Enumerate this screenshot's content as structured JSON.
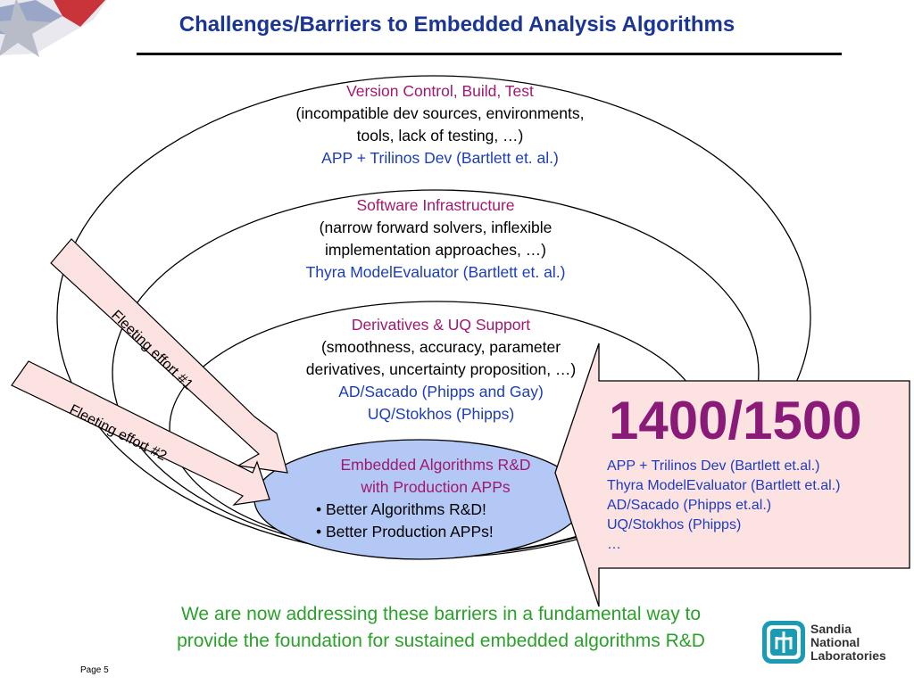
{
  "title": "Challenges/Barriers to Embedded Analysis Algorithms",
  "rings": [
    {
      "heading": "Version Control, Build, Test",
      "lines": [
        "(incompatible dev sources, environments,",
        "tools, lack of testing, …)"
      ],
      "refs": [
        "APP + Trilinos Dev (Bartlett et. al.)"
      ]
    },
    {
      "heading": "Software Infrastructure",
      "lines": [
        "(narrow forward solvers, inflexible",
        "implementation approaches, …)"
      ],
      "refs": [
        "Thyra ModelEvaluator (Bartlett et. al.)"
      ]
    },
    {
      "heading": "Derivatives & UQ Support",
      "lines": [
        "(smoothness, accuracy, parameter",
        "derivatives, uncertainty proposition, …)"
      ],
      "refs": [
        "AD/Sacado (Phipps and Gay)",
        "UQ/Stokhos (Phipps)"
      ]
    }
  ],
  "core": {
    "heading_lines": [
      "Embedded Algorithms R&D",
      "with Production APPs"
    ],
    "bullets": [
      "• Better Algorithms R&D!",
      "• Better Production APPs!"
    ]
  },
  "arrows": [
    "Fleeting effort #1",
    "Fleeting effort #2"
  ],
  "callout": {
    "number": "1400/1500",
    "items": [
      "APP + Trilinos Dev (Bartlett et.al.)",
      "Thyra ModelEvaluator (Bartlett et.al.)",
      "AD/Sacado (Phipps et.al.)",
      "UQ/Stokhos (Phipps)",
      "…"
    ]
  },
  "footer": {
    "line1": "We are now addressing these barriers in a fundamental way to",
    "line2": "provide the foundation for sustained embedded algorithms R&D"
  },
  "page_label": "Page 5",
  "logo": {
    "icon": "sandia-thunderbird-icon",
    "lines": [
      "Sandia",
      "National",
      "Laboratories"
    ]
  },
  "colors": {
    "title": "#1a3595",
    "heading_purple": "#a0196e",
    "ref_blue": "#1c3dbf",
    "core_fill": "#b4c8f5",
    "callout_fill": "#fde2e2",
    "footer_green": "#2aa12a",
    "logo_teal": "#1a9bb5"
  }
}
